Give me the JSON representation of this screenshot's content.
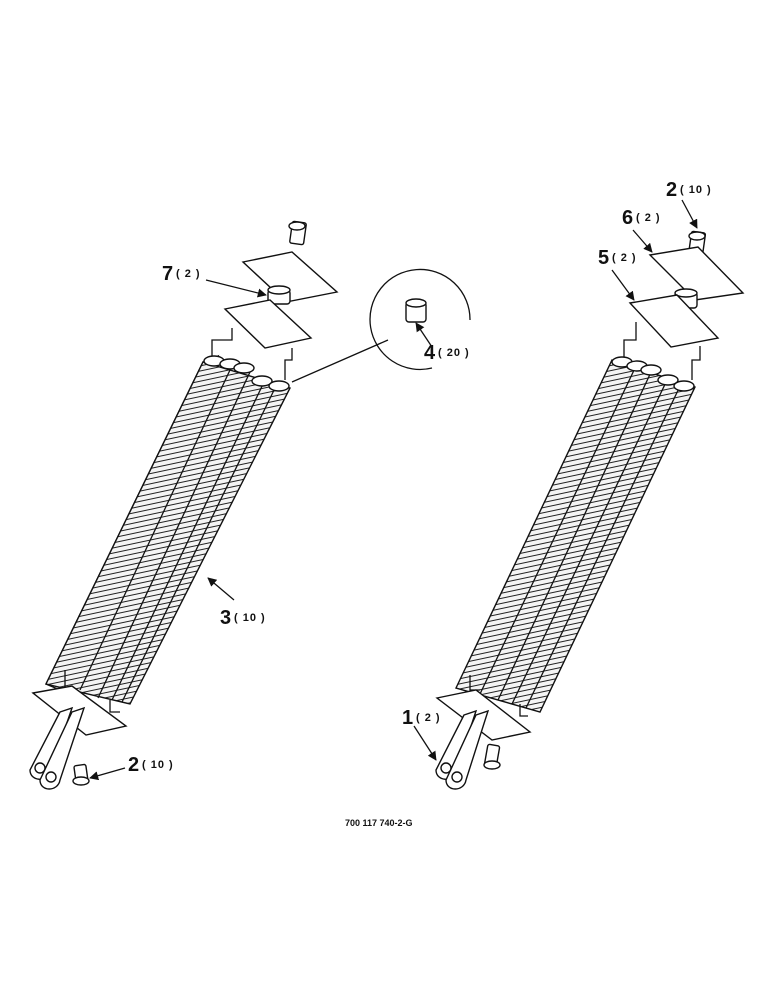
{
  "figure_id": "700 117 740-2-G",
  "callouts": {
    "c1": {
      "num": "1",
      "qty": "( 2 )"
    },
    "c2a": {
      "num": "2",
      "qty": "( 10 )"
    },
    "c2b": {
      "num": "2",
      "qty": "( 10 )"
    },
    "c3": {
      "num": "3",
      "qty": "( 10 )"
    },
    "c4": {
      "num": "4",
      "qty": "( 20 )"
    },
    "c5": {
      "num": "5",
      "qty": "( 2 )"
    },
    "c6": {
      "num": "6",
      "qty": "( 2 )"
    },
    "c7": {
      "num": "7",
      "qty": "( 2 )"
    }
  },
  "colors": {
    "ink": "#111111",
    "spring_fill": "#f2f2f2",
    "background": "#ffffff"
  }
}
